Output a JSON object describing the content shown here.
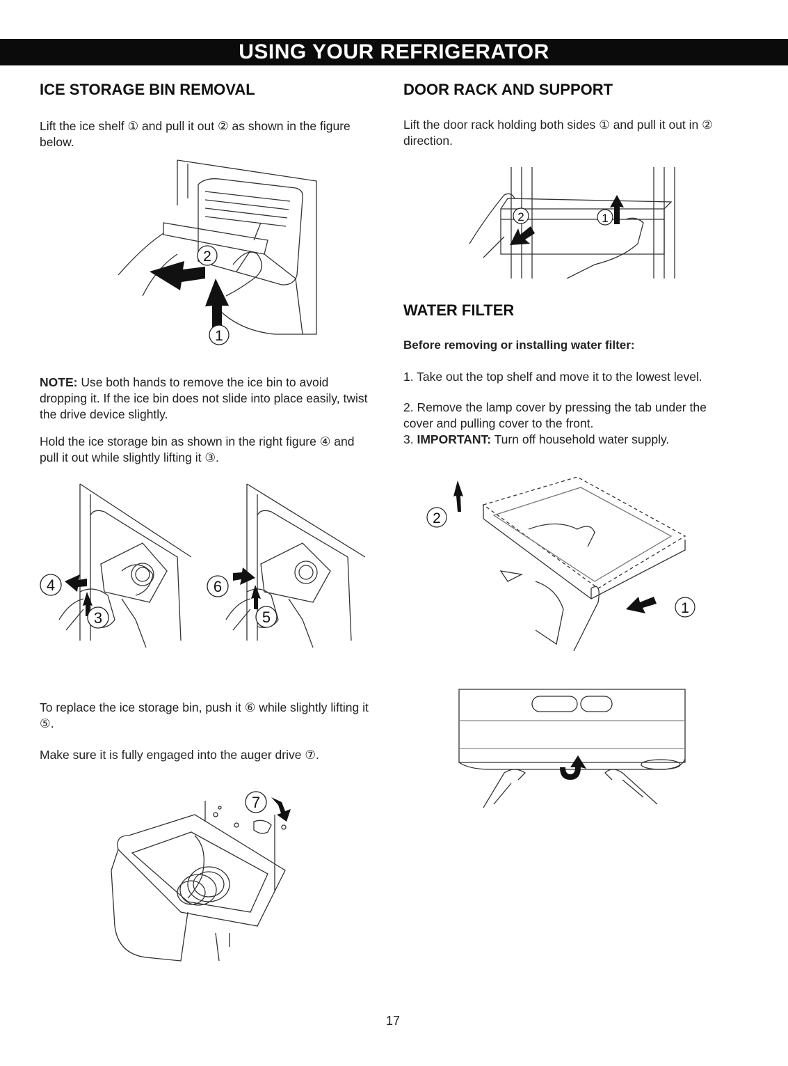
{
  "page": {
    "header": "USING YOUR REFRIGERATOR",
    "page_number": "17"
  },
  "ice_bin": {
    "title": "ICE STORAGE BIN REMOVAL",
    "intro": "Lift the ice shelf ① and pull it out ② as shown in the figure below.",
    "fig1_labels": [
      "2",
      "1"
    ],
    "note_label": "NOTE:",
    "note_text": " Use both hands to remove the ice bin to avoid dropping it. If the ice bin does not slide into place easily, twist the drive device slightly.",
    "hold_text": "Hold the ice storage bin as shown in the right figure ④ and pull it out while slightly lifting it ③.",
    "fig2_labels": [
      "4",
      "3"
    ],
    "fig3_labels": [
      "6",
      "5"
    ],
    "replace_text": "To replace the ice storage bin, push it ⑥ while slightly lifting it ⑤.",
    "engage_text": "Make sure it is fully engaged into the auger drive ⑦.",
    "fig4_label": "7"
  },
  "door_rack": {
    "title": "DOOR RACK AND SUPPORT",
    "text": "Lift the door rack holding both sides ① and pull it out in ② direction.",
    "fig_labels": [
      "2",
      "1"
    ]
  },
  "water_filter": {
    "title": "WATER FILTER",
    "subtitle": "Before removing or installing water filter:",
    "steps": [
      {
        "num": "1.",
        "text": "Take out the top shelf and move it to the lowest level."
      },
      {
        "num": "2.",
        "text": "Remove the lamp cover by pressing the tab under the cover and pulling cover to the front."
      },
      {
        "num": "3.",
        "label": "IMPORTANT:",
        "text": " Turn off household water supply."
      }
    ],
    "fig1_labels": [
      "2",
      "1"
    ]
  }
}
